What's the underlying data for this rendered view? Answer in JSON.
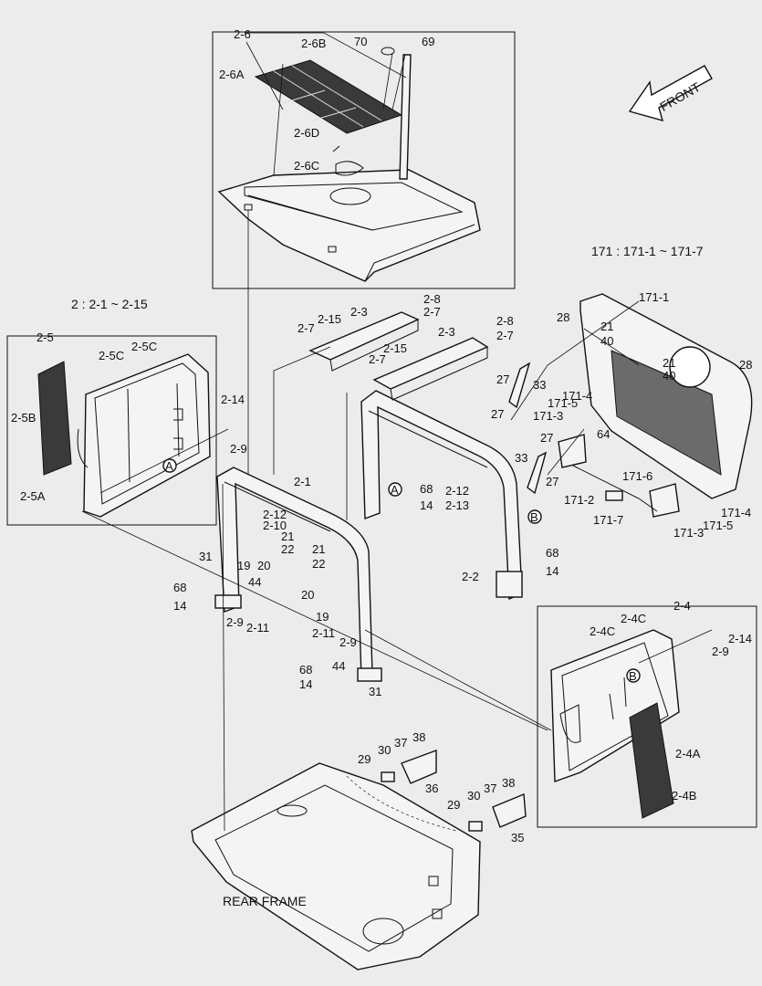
{
  "diagram": {
    "front_label": "FRONT",
    "rear_frame_label": "REAR FRAME",
    "range_171": "171 : 171-1 ~ 171-7",
    "range_2": "2 : 2-1 ~ 2-15",
    "callout_a": "A",
    "callout_b": "B",
    "labels": {
      "p2_6": "2-6",
      "p2_6B": "2-6B",
      "p2_6A": "2-6A",
      "p2_6D": "2-6D",
      "p2_6C": "2-6C",
      "p70": "70",
      "p69": "69",
      "p2_5": "2-5",
      "p2_5C_a": "2-5C",
      "p2_5C_b": "2-5C",
      "p2_5B": "2-5B",
      "p2_5A": "2-5A",
      "p2_14_l": "2-14",
      "p2_9_l": "2-9",
      "p2_7_a": "2-7",
      "p2_15_a": "2-15",
      "p2_3_a": "2-3",
      "p2_8_a": "2-8",
      "p2_7_b": "2-7",
      "p2_3_b": "2-3",
      "p2_15_b": "2-15",
      "p2_7_c": "2-7",
      "p2_8_b": "2-8",
      "p2_7_d": "2-7",
      "p28_a": "28",
      "p171_1": "171-1",
      "p21_a": "21",
      "p40_a": "40",
      "p21_b": "21",
      "p40_b": "40",
      "p28_b": "28",
      "p27_a": "27",
      "p33_a": "33",
      "p27_b": "27",
      "p171_4_a": "171-4",
      "p171_5_a": "171-5",
      "p171_3_a": "171-3",
      "p64": "64",
      "p27_c": "27",
      "p33_b": "33",
      "p27_d": "27",
      "p171_6": "171-6",
      "p171_2": "171-2",
      "p171_7": "171-7",
      "p171_4_b": "171-4",
      "p171_5_b": "171-5",
      "p171_3_b": "171-3",
      "p2_1": "2-1",
      "p68_a": "68",
      "p14_a": "14",
      "p2_12_a": "2-12",
      "p2_13": "2-13",
      "p2_12_b": "2-12",
      "p2_10": "2-10",
      "p21_c": "21",
      "p22_a": "22",
      "p21_d": "21",
      "p22_b": "22",
      "p19_a": "19",
      "p20_a": "20",
      "p31_a": "31",
      "p68_b": "68",
      "p14_b": "14",
      "p44_a": "44",
      "p2_9_b": "2-9",
      "p2_11_a": "2-11",
      "p20_b": "20",
      "p19_b": "19",
      "p2_11_b": "2-11",
      "p2_9_c": "2-9",
      "p68_c": "68",
      "p44_b": "44",
      "p14_c": "14",
      "p31_b": "31",
      "p68_d": "68",
      "p2_2": "2-2",
      "p14_d": "14",
      "p2_4": "2-4",
      "p2_4C_a": "2-4C",
      "p2_4C_b": "2-4C",
      "p2_14_r": "2-14",
      "p2_9_r": "2-9",
      "p2_4A": "2-4A",
      "p2_4B": "2-4B",
      "p29_a": "29",
      "p30_a": "30",
      "p37_a": "37",
      "p38_a": "38",
      "p36": "36",
      "p29_b": "29",
      "p30_b": "30",
      "p37_b": "37",
      "p38_b": "38",
      "p35": "35"
    }
  }
}
